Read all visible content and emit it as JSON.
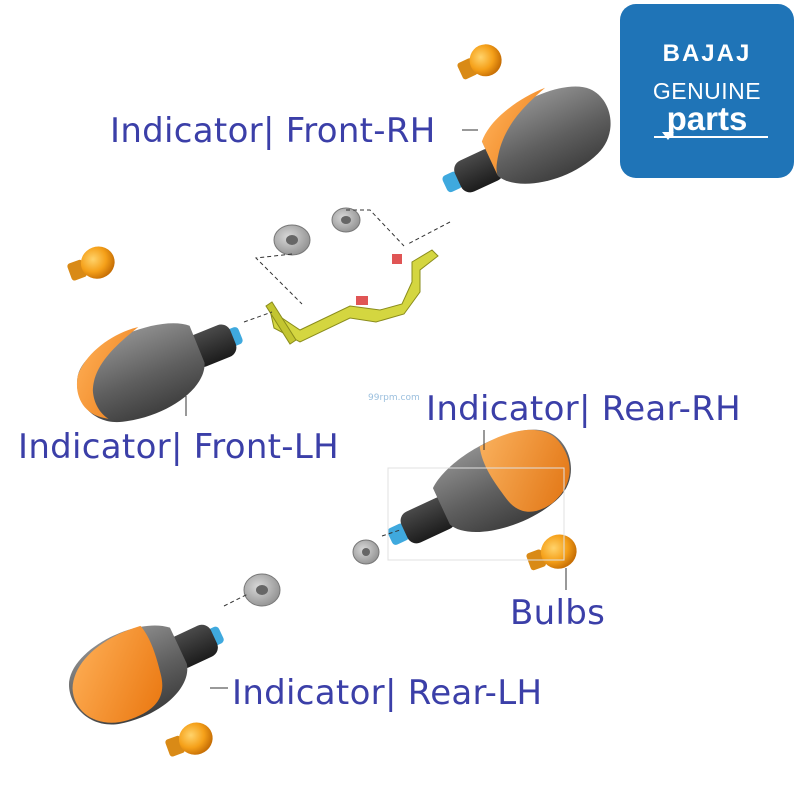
{
  "labels": {
    "front_rh": "Indicator| Front-RH",
    "front_lh": "Indicator| Front-LH",
    "rear_rh": "Indicator| Rear-RH",
    "rear_lh": "Indicator| Rear-LH",
    "bulbs": "Bulbs"
  },
  "logo": {
    "brand": "BAJAJ",
    "line2": "GENUINE",
    "line3": "parts"
  },
  "watermark": "99rpm.com",
  "colors": {
    "label_text": "#3b3fa8",
    "logo_bg": "#1f74b7",
    "lens_amber": "#f28a1c",
    "housing_gray": "#6a6a6a",
    "bracket_yellow": "#d4d640",
    "connector_blue": "#3fa9de"
  }
}
